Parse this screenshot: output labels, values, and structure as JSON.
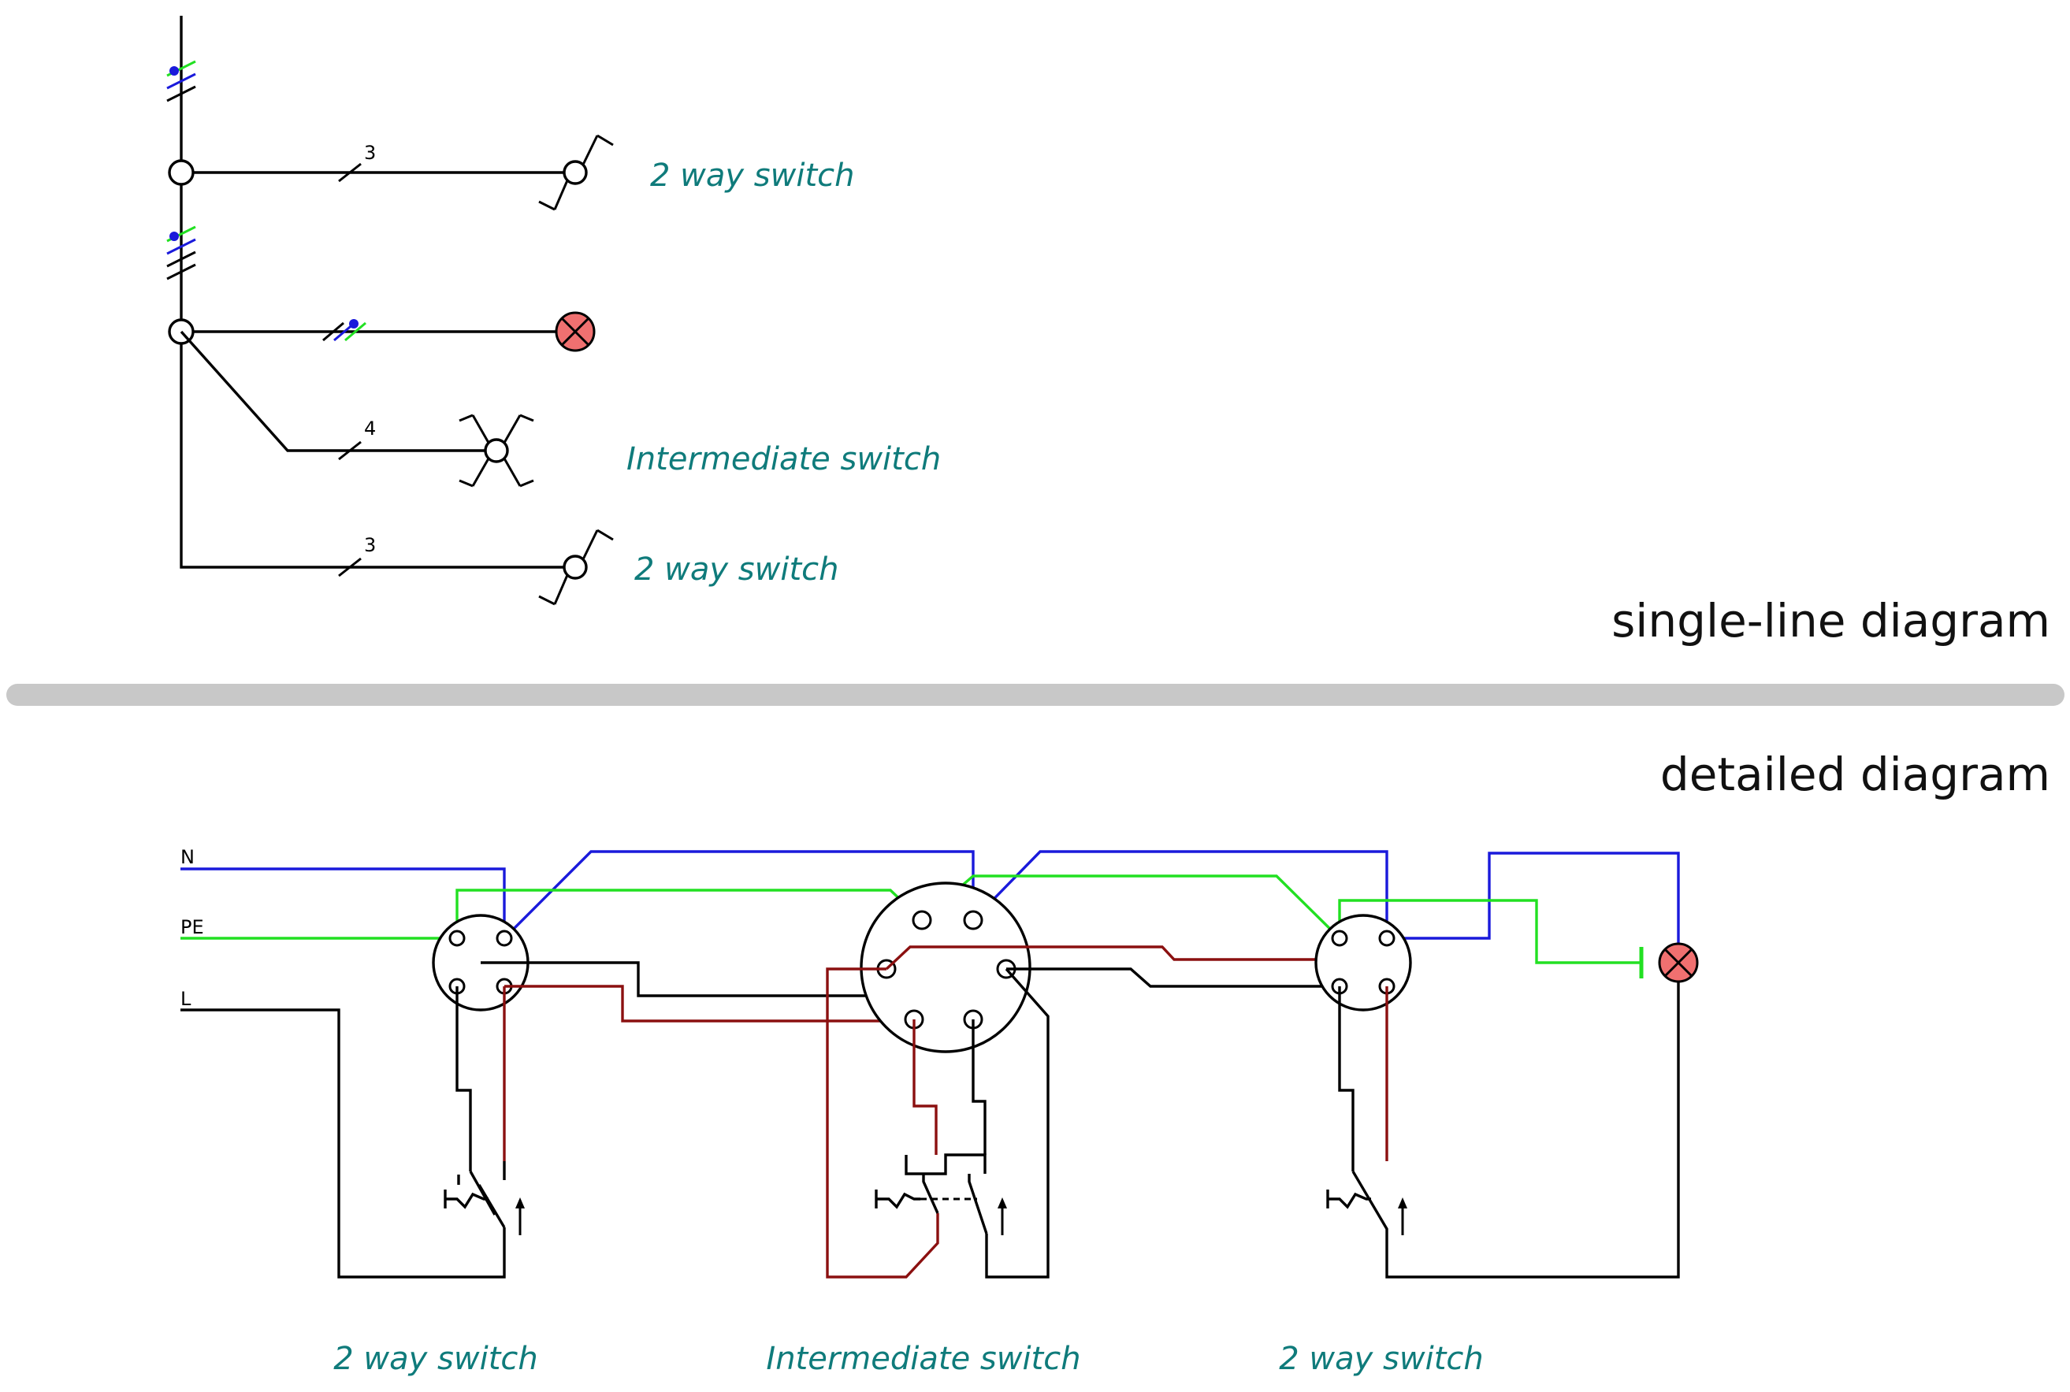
{
  "single_line": {
    "title": "single-line diagram",
    "branch1": {
      "conductors": "3",
      "label": "2 way switch"
    },
    "branch_lamp": {},
    "branch2": {
      "conductors": "4",
      "label": "Intermediate switch"
    },
    "branch3": {
      "conductors": "3",
      "label": "2 way switch"
    }
  },
  "detailed": {
    "title": "detailed diagram",
    "supply_labels": {
      "neutral": "N",
      "earth": "PE",
      "line": "L"
    },
    "device_labels": [
      "2 way switch",
      "Intermediate switch",
      "2 way switch"
    ]
  },
  "colors": {
    "label_teal": "#0f7b7b",
    "neutral_blue": "#1a1adb",
    "earth_green": "#22e022",
    "switched_red": "#8b1010",
    "lamp_fill": "#f07070",
    "divider_gray": "#c8c8c8"
  }
}
